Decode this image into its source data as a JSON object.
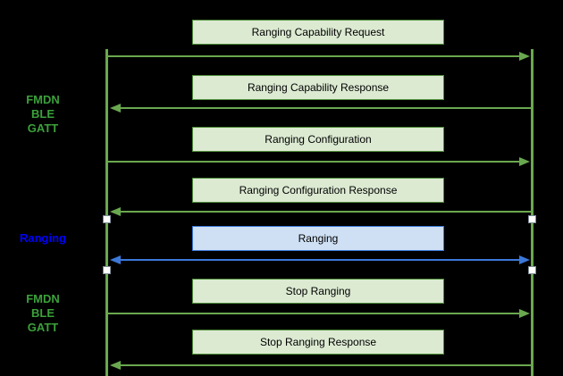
{
  "colors": {
    "background": "#000000",
    "green_line": "#6aa84f",
    "green_box_fill": "#dcead2",
    "green_box_border": "#4e8c3a",
    "blue_line": "#3c78d8",
    "blue_box_fill": "#cfe0f5",
    "blue_box_border": "#3c78d8",
    "label_green": "#3ba03a",
    "label_blue": "#0000ff",
    "node_fill": "#ffffff",
    "node_border": "#7f8c9a"
  },
  "sections": [
    {
      "label": "FMDN\nBLE\nGATT",
      "color": "green"
    },
    {
      "label": "Ranging",
      "color": "blue"
    },
    {
      "label": "FMDN\nBLE\nGATT",
      "color": "green"
    }
  ],
  "messages": [
    {
      "label": "Ranging Capability Request",
      "direction": "right",
      "style": "green"
    },
    {
      "label": "Ranging Capability Response",
      "direction": "left",
      "style": "green"
    },
    {
      "label": "Ranging Configuration",
      "direction": "right",
      "style": "green"
    },
    {
      "label": "Ranging Configuration Response",
      "direction": "left",
      "style": "green"
    },
    {
      "label": "Ranging",
      "direction": "both",
      "style": "blue"
    },
    {
      "label": "Stop Ranging",
      "direction": "right",
      "style": "green"
    },
    {
      "label": "Stop Ranging Response",
      "direction": "left",
      "style": "green"
    }
  ]
}
